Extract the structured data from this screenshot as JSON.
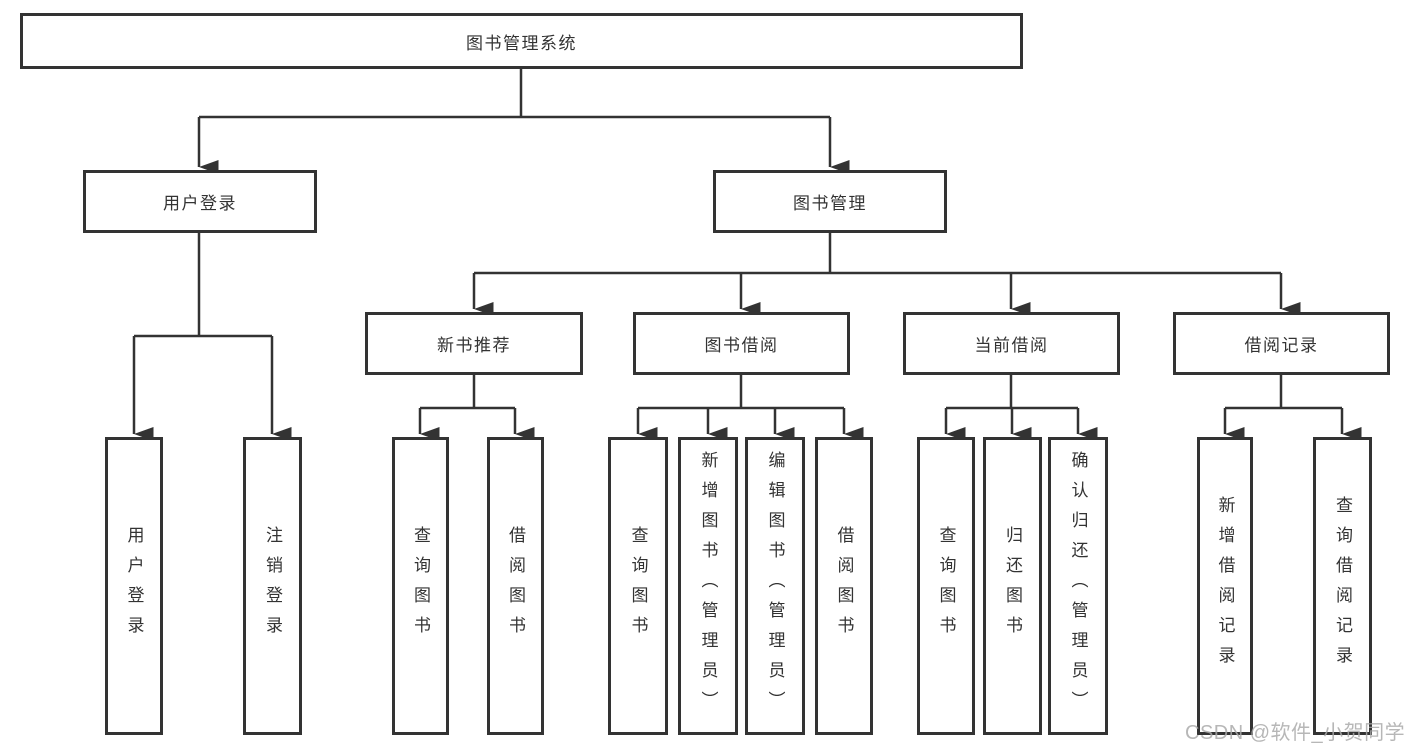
{
  "tree": {
    "root": "图书管理系统",
    "user_login": {
      "label": "用户登录",
      "children": [
        "用户登录",
        "注销登录"
      ]
    },
    "book_mgmt": {
      "label": "图书管理",
      "sections": [
        {
          "label": "新书推荐",
          "children": [
            "查询图书",
            "借阅图书"
          ]
        },
        {
          "label": "图书借阅",
          "children": [
            "查询图书",
            "新增图书（管理员）",
            "编辑图书（管理员）",
            "借阅图书"
          ]
        },
        {
          "label": "当前借阅",
          "children": [
            "查询图书",
            "归还图书",
            "确认归还（管理员）"
          ]
        },
        {
          "label": "借阅记录",
          "children": [
            "新增借阅记录",
            "查询借阅记录"
          ]
        }
      ]
    }
  },
  "watermark": {
    "text": "CSDN @软件_小贺同学"
  },
  "colors": {
    "line": "#333333",
    "text": "#333333",
    "box_fill": "#ffffff",
    "background": "#ffffff",
    "watermark": "#aaaaaa"
  }
}
